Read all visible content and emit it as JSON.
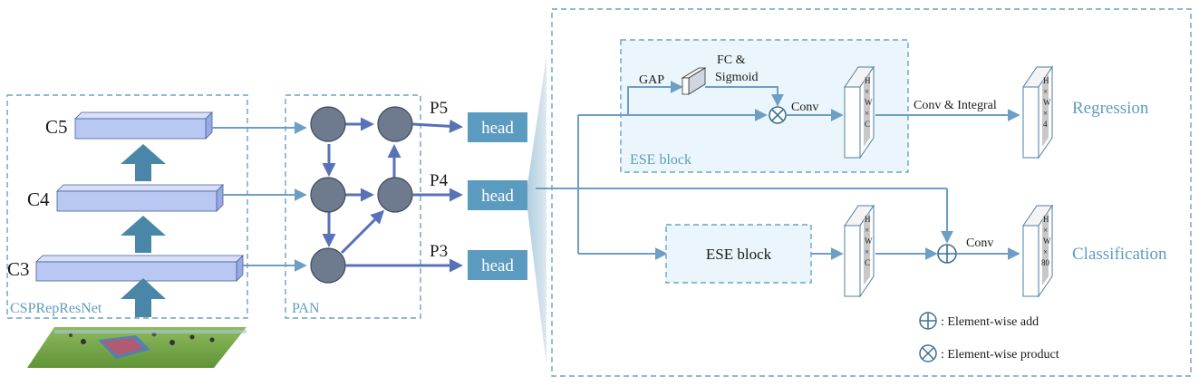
{
  "backbone": {
    "name": "CSPRepResNet",
    "stages": [
      "C5",
      "C4",
      "C3"
    ]
  },
  "neck": {
    "name": "PAN",
    "outputs": [
      "P5",
      "P4",
      "P3"
    ]
  },
  "heads": {
    "label": "head"
  },
  "head_detail": {
    "ese_block_label": "ESE block",
    "gap_label": "GAP",
    "fc_label_line1": "FC &",
    "fc_label_line2": "Sigmoid",
    "conv_label": "Conv",
    "conv_integral_label": "Conv & Integral",
    "conv2_label": "Conv",
    "tensor_hwc": [
      "H",
      "×",
      "W",
      "×",
      "C"
    ],
    "tensor_reg": [
      "H",
      "×",
      "W",
      "×",
      "4"
    ],
    "tensor_cls": [
      "H",
      "×",
      "W",
      "×",
      "80"
    ],
    "regression_label": "Regression",
    "classification_label": "Classification"
  },
  "legend": {
    "add_label": ": Element-wise add",
    "product_label": ": Element-wise product"
  },
  "colors": {
    "dashed_border": "#6aa3c4",
    "accent_text": "#5f9dbd",
    "head_box": "#5b9bbf",
    "pan_node": "#6e7b8f",
    "backbone_bar": "#b9c8f2",
    "ese_fill": "#eaf6fb"
  }
}
